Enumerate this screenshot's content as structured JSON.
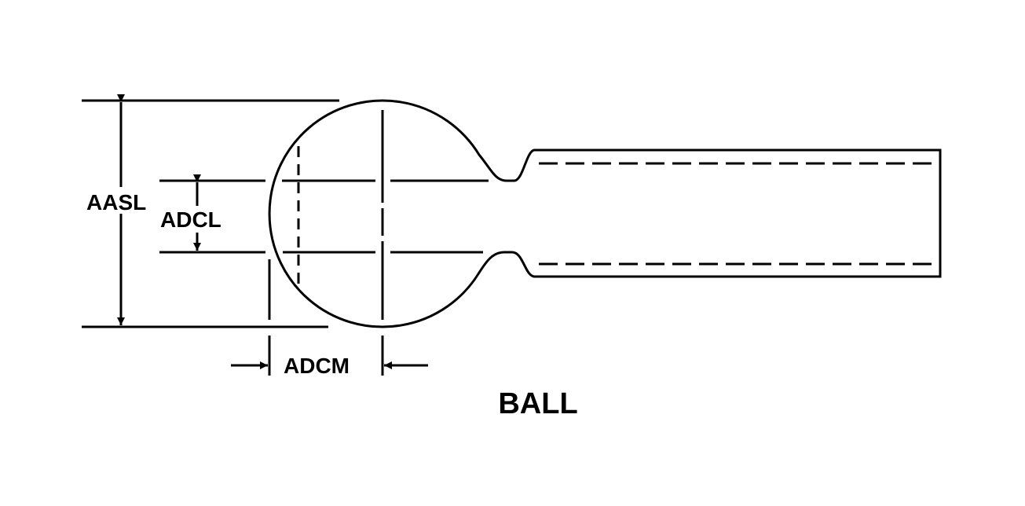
{
  "title": "BALL",
  "labels": {
    "aasl": "AASL",
    "adcl": "ADCL",
    "adcm": "ADCM"
  },
  "colors": {
    "line": "#000000",
    "background": "#ffffff"
  }
}
